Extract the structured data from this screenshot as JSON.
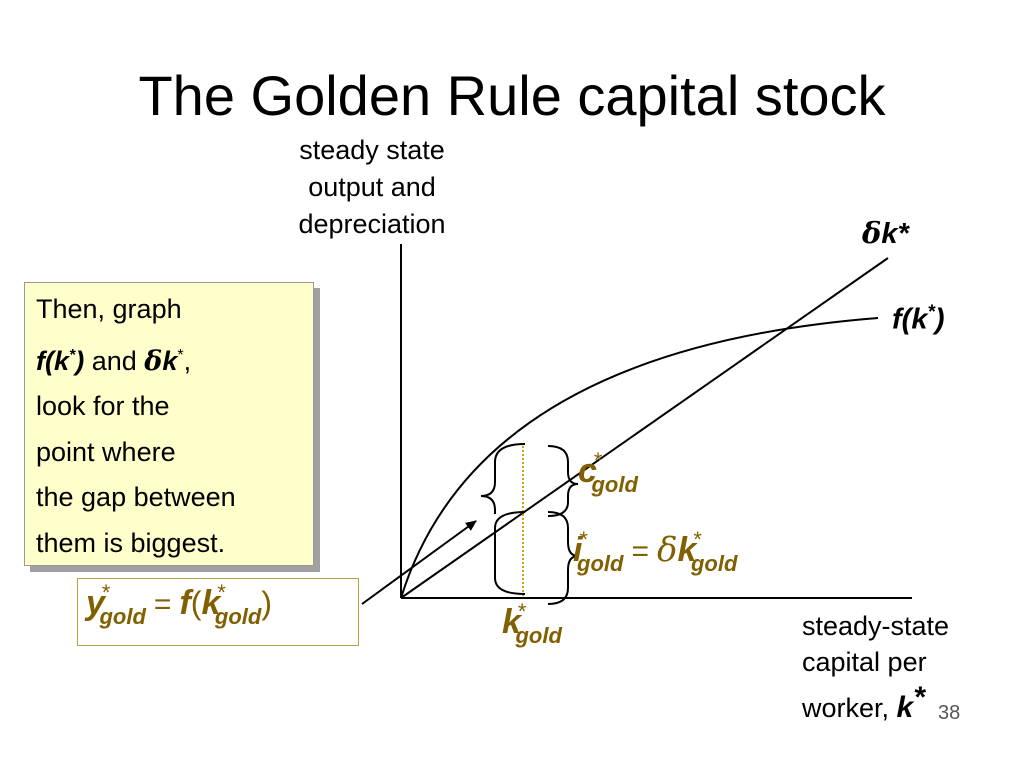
{
  "slide": {
    "title": "The Golden Rule capital stock",
    "number": "38"
  },
  "axes": {
    "y_label_lines": [
      "steady state",
      "output and",
      "depreciation"
    ],
    "x_label_lines": [
      "steady-state",
      "capital per",
      "worker,"
    ],
    "x_var": "k",
    "x_var_sup": "*"
  },
  "curves": {
    "depreciation": {
      "symbol": "δ",
      "var": "k",
      "sup": "*"
    },
    "production": {
      "func": "f(k",
      "sup": "*",
      "close": ")"
    }
  },
  "labels": {
    "c_gold": {
      "var": "c",
      "sup": "*",
      "sub": "gold"
    },
    "i_gold": {
      "var": "i",
      "sup": "*",
      "sub": "gold",
      "equals": "=",
      "rhs_symbol": "δ",
      "rhs_var": "k",
      "rhs_sup": "*",
      "rhs_sub": "gold"
    },
    "k_gold": {
      "var": "k",
      "sup": "*",
      "sub": "gold"
    },
    "y_gold": {
      "var": "y",
      "sup": "*",
      "sub": "gold",
      "equals": "=",
      "func": "f",
      "open": "(",
      "arg_var": "k",
      "arg_sup": "*",
      "arg_sub": "gold",
      "close": ")"
    }
  },
  "callout": {
    "line1": "Then, graph",
    "line2_func": "f(k",
    "line2_sup": "*",
    "line2_close": ")",
    "line2_and": " and ",
    "line2_delta": "δ",
    "line2_k": "k",
    "line2_sup2": "*",
    "line2_comma": ",",
    "line3": "look for the",
    "line4": "point where",
    "line5": "the gap between",
    "line6": "them is biggest."
  },
  "colors": {
    "gold_text": "#806000",
    "callout_bg": "#ffffcc",
    "guide_line": "#c8a020"
  }
}
